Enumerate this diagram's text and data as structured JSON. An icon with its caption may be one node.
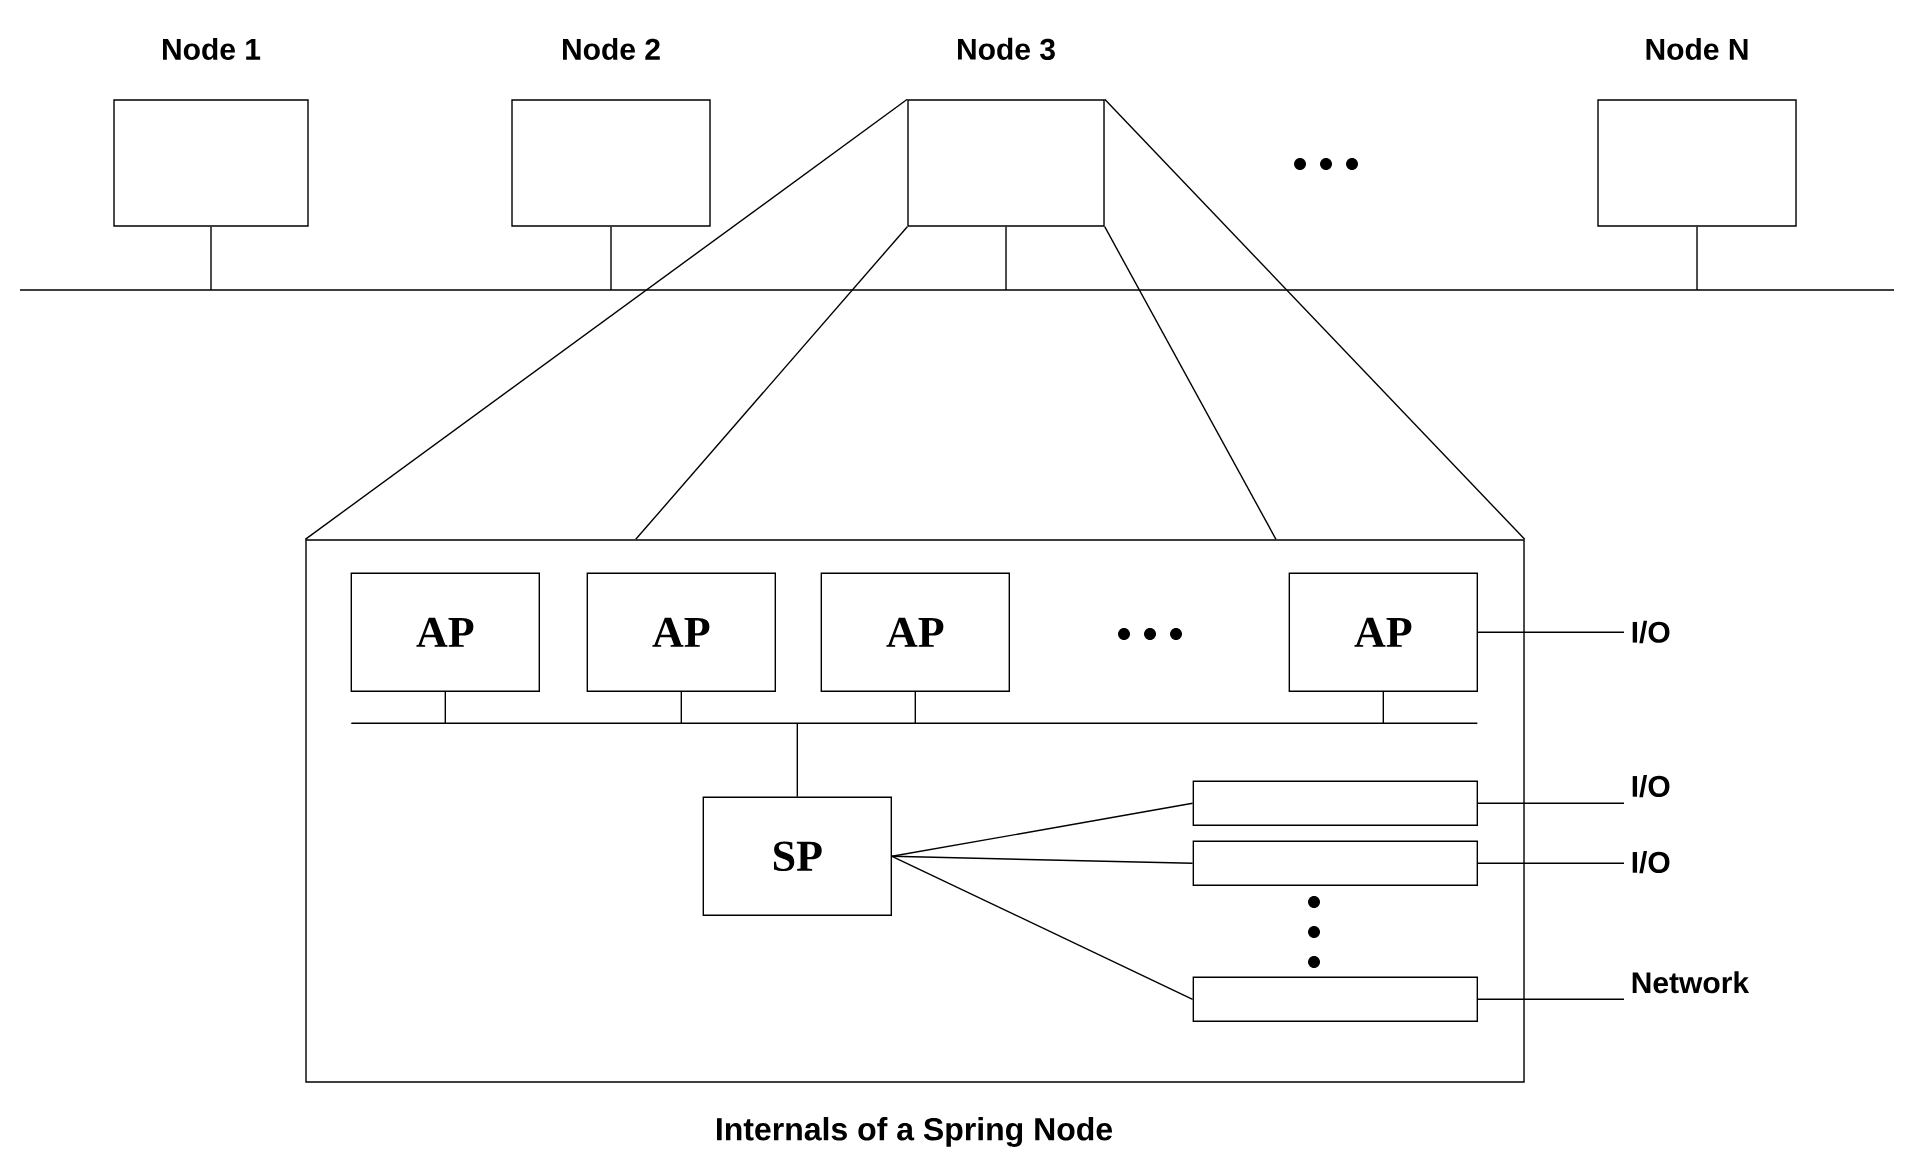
{
  "diagram": {
    "caption": "Internals of a Spring Node",
    "nodes": [
      {
        "text": [
          "Node 1"
        ]
      },
      {
        "text": [
          "Node 2"
        ]
      },
      {
        "text": [
          "Node 3"
        ]
      },
      {
        "text": [
          "Node N"
        ]
      },
      {
        "text": [],
        "shape": "bar"
      },
      {
        "text": [],
        "shape": "box"
      },
      {
        "text": [
          "AP"
        ],
        "in": 5
      },
      {
        "text": [
          "AP"
        ],
        "in": 5
      },
      {
        "text": [
          "AP"
        ],
        "in": 5
      },
      {
        "text": [
          "AP"
        ],
        "in": 5
      },
      {
        "text": [],
        "shape": "bar",
        "in": 5
      },
      {
        "text": [
          "SP"
        ],
        "in": 5
      },
      {
        "text": [],
        "shape": "box",
        "in": 5
      },
      {
        "text": [],
        "shape": "box",
        "in": 5
      },
      {
        "text": [],
        "shape": "box",
        "in": 5
      },
      {
        "text": [
          "I/O"
        ]
      },
      {
        "text": [
          "I/O"
        ]
      },
      {
        "text": [
          "I/O"
        ]
      },
      {
        "text": [
          "Network"
        ]
      }
    ],
    "edges": [
      {
        "from": 0,
        "to": 4,
        "arrow": "none"
      },
      {
        "from": 1,
        "to": 4,
        "arrow": "none"
      },
      {
        "from": 2,
        "to": 4,
        "arrow": "none"
      },
      {
        "from": 3,
        "to": 4,
        "arrow": "none"
      },
      {
        "from": 2,
        "to": 5,
        "arrow": "none"
      },
      {
        "from": 2,
        "to": 5,
        "arrow": "none"
      },
      {
        "from": 2,
        "to": 5,
        "arrow": "none"
      },
      {
        "from": 2,
        "to": 5,
        "arrow": "none"
      },
      {
        "from": 6,
        "to": 10,
        "arrow": "none"
      },
      {
        "from": 7,
        "to": 10,
        "arrow": "none"
      },
      {
        "from": 8,
        "to": 10,
        "arrow": "none"
      },
      {
        "from": 9,
        "to": 10,
        "arrow": "none"
      },
      {
        "from": 10,
        "to": 11,
        "arrow": "none"
      },
      {
        "from": 11,
        "to": 12,
        "arrow": "none"
      },
      {
        "from": 11,
        "to": 13,
        "arrow": "none"
      },
      {
        "from": 11,
        "to": 14,
        "arrow": "none"
      },
      {
        "from": 9,
        "to": 15,
        "arrow": "none"
      },
      {
        "from": 12,
        "to": 16,
        "arrow": "none"
      },
      {
        "from": 13,
        "to": 17,
        "arrow": "none"
      },
      {
        "from": 14,
        "to": 18,
        "arrow": "none"
      }
    ]
  }
}
